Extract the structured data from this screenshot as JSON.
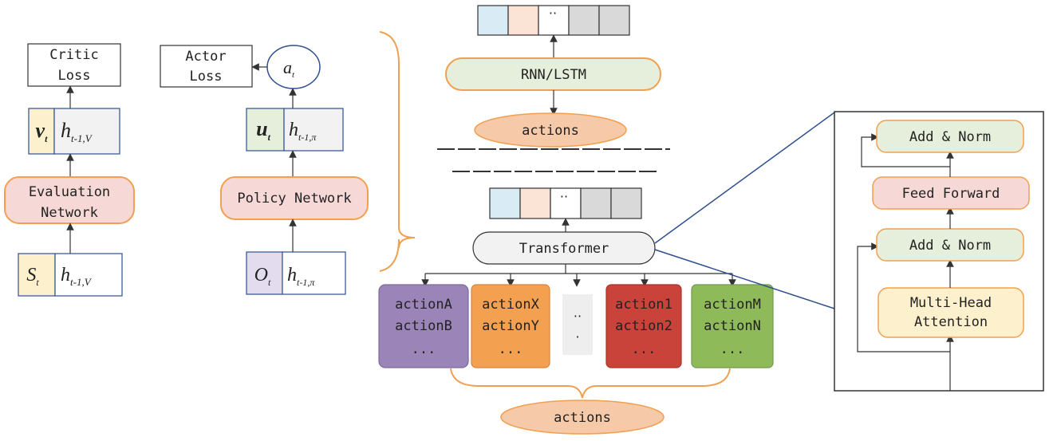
{
  "critic": {
    "loss_line1": "Critic",
    "loss_line2": "Loss",
    "value_symbol": "v",
    "value_sub": "t",
    "value_hidden": "h",
    "value_hidden_sub": "t-1,V",
    "network_line1": "Evaluation",
    "network_line2": "Network",
    "state_symbol": "S",
    "state_sub": "t",
    "state_hidden": "h",
    "state_hidden_sub": "t-1,V"
  },
  "actor": {
    "loss_line1": "Actor",
    "loss_line2": "Loss",
    "action_symbol": "a",
    "action_sub": "t",
    "output_symbol": "u",
    "output_sub": "t",
    "output_hidden": "h",
    "output_hidden_sub": "t-1,π",
    "network": "Policy Network",
    "obs_symbol": "O",
    "obs_sub": "t",
    "obs_hidden": "h",
    "obs_hidden_sub": "t-1,π"
  },
  "rnn": {
    "sequence_ellipsis": "··",
    "label": "RNN/LSTM",
    "actions": "actions"
  },
  "transformer": {
    "sequence_ellipsis": "··",
    "label": "Transformer",
    "groups": [
      {
        "line1": "actionA",
        "line2": "actionB",
        "line3": "...",
        "color": "#9b84b8"
      },
      {
        "line1": "actionX",
        "line2": "actionY",
        "line3": "...",
        "color": "#f4a051"
      },
      {
        "line1": "··",
        "line2": "·",
        "line3": "",
        "color": "#eeeeee"
      },
      {
        "line1": "action1",
        "line2": "action2",
        "line3": "...",
        "color": "#c9433a"
      },
      {
        "line1": "actionM",
        "line2": "actionN",
        "line3": "...",
        "color": "#8fba5a"
      }
    ],
    "actions": "actions"
  },
  "detail": {
    "add_norm_top": "Add & Norm",
    "feed_forward": "Feed Forward",
    "add_norm_bottom": "Add & Norm",
    "mha_line1": "Multi-Head",
    "mha_line2": "Attention"
  },
  "colors": {
    "orange_border": "#f0a050",
    "pink_fill": "#f6d9d7",
    "green_fill": "#e6efdc",
    "yellow_fill": "#fdf0cc",
    "peach_fill": "#f6c9a8",
    "blue_border": "#2f4f8f",
    "seq_blue": "#d9ebf5",
    "seq_peach": "#fbe3d5",
    "seq_gray": "#d9d9d9"
  }
}
